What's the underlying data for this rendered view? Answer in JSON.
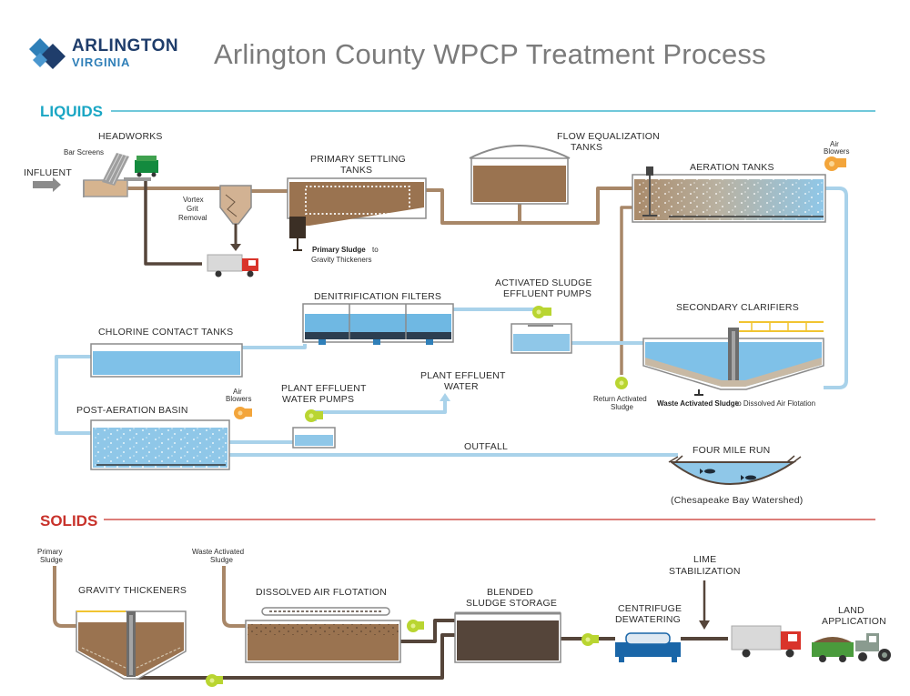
{
  "header": {
    "org_name": "ARLINGTON",
    "org_sub": "VIRGINIA",
    "title": "Arlington County WPCP Treatment Process"
  },
  "sections": {
    "liquids": "LIQUIDS",
    "solids": "SOLIDS"
  },
  "labels": {
    "headworks": "HEADWORKS",
    "bar_screens": "Bar Screens",
    "influent": "INFLUENT",
    "vortex_1": "Vortex",
    "vortex_2": "Grit",
    "vortex_3": "Removal",
    "primary_settling_1": "PRIMARY SETTLING",
    "primary_settling_2": "TANKS",
    "primary_sludge_bold": "Primary Sludge",
    "primary_sludge_to": "to",
    "gravity_thickeners_dest": "Gravity Thickeners",
    "flow_eq_1": "FLOW EQUALIZATION",
    "flow_eq_2": "TANKS",
    "aeration_tanks": "AERATION TANKS",
    "air_blowers_1": "Air",
    "air_blowers_2": "Blowers",
    "denitrification": "DENITRIFICATION FILTERS",
    "as_pumps_1": "ACTIVATED SLUDGE",
    "as_pumps_2": "EFFLUENT PUMPS",
    "secondary_clarifiers": "SECONDARY CLARIFIERS",
    "chlorine": "CHLORINE CONTACT TANKS",
    "ras_1": "Return Activated",
    "ras_2": "Sludge",
    "was_bold": "Waste Activated Sludge",
    "was_rest": "to Dissolved Air Flotation",
    "post_aeration": "POST-AERATION BASIN",
    "pe_pumps_1": "PLANT EFFLUENT",
    "pe_pumps_2": "WATER PUMPS",
    "pe_water_1": "PLANT EFFLUENT",
    "pe_water_2": "WATER",
    "outfall": "OUTFALL",
    "four_mile_run": "FOUR MILE RUN",
    "chesapeake": "(Chesapeake Bay Watershed)",
    "s_primary_1": "Primary",
    "s_primary_2": "Sludge",
    "s_was_1": "Waste Activated",
    "s_was_2": "Sludge",
    "gravity_thickeners": "GRAVITY THICKENERS",
    "daf": "DISSOLVED AIR FLOTATION",
    "blended_1": "BLENDED",
    "blended_2": "SLUDGE STORAGE",
    "centrifuge_1": "CENTRIFUGE",
    "centrifuge_2": "DEWATERING",
    "lime_1": "LIME",
    "lime_2": "STABILIZATION",
    "land_1": "LAND",
    "land_2": "APPLICATION"
  },
  "colors": {
    "liquids_teal": "#1aa6c4",
    "solids_red": "#c8322b",
    "sludge_brown": "#8b6b4b",
    "water_blue": "#5fb6e3",
    "pump_green": "#b9d531",
    "blower_orange": "#f3a53b",
    "pipe_brown": "#a88768",
    "pipe_blue": "#a9d2ea",
    "dark_sludge": "#55453a"
  }
}
